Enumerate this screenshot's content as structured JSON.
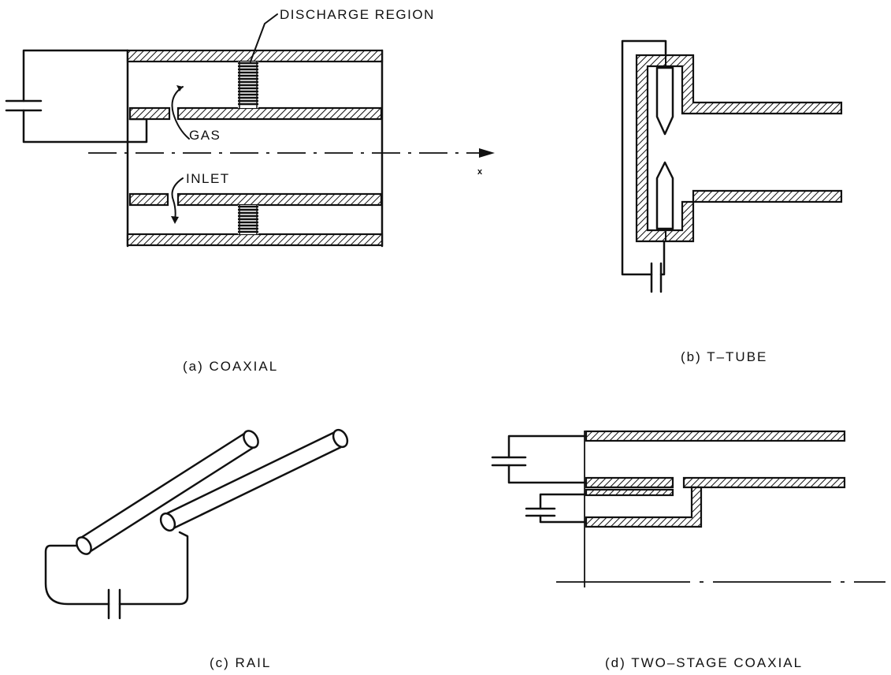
{
  "panels": {
    "coaxial": {
      "caption": "(a) COAXIAL",
      "label_discharge": "DISCHARGE REGION",
      "label_gas": "GAS",
      "label_inlet": "INLET",
      "axis_label": "x"
    },
    "t_tube": {
      "caption": "(b) T–TUBE"
    },
    "rail": {
      "caption": "(c) RAIL"
    },
    "two_stage": {
      "caption": "(d) TWO–STAGE COAXIAL"
    }
  }
}
